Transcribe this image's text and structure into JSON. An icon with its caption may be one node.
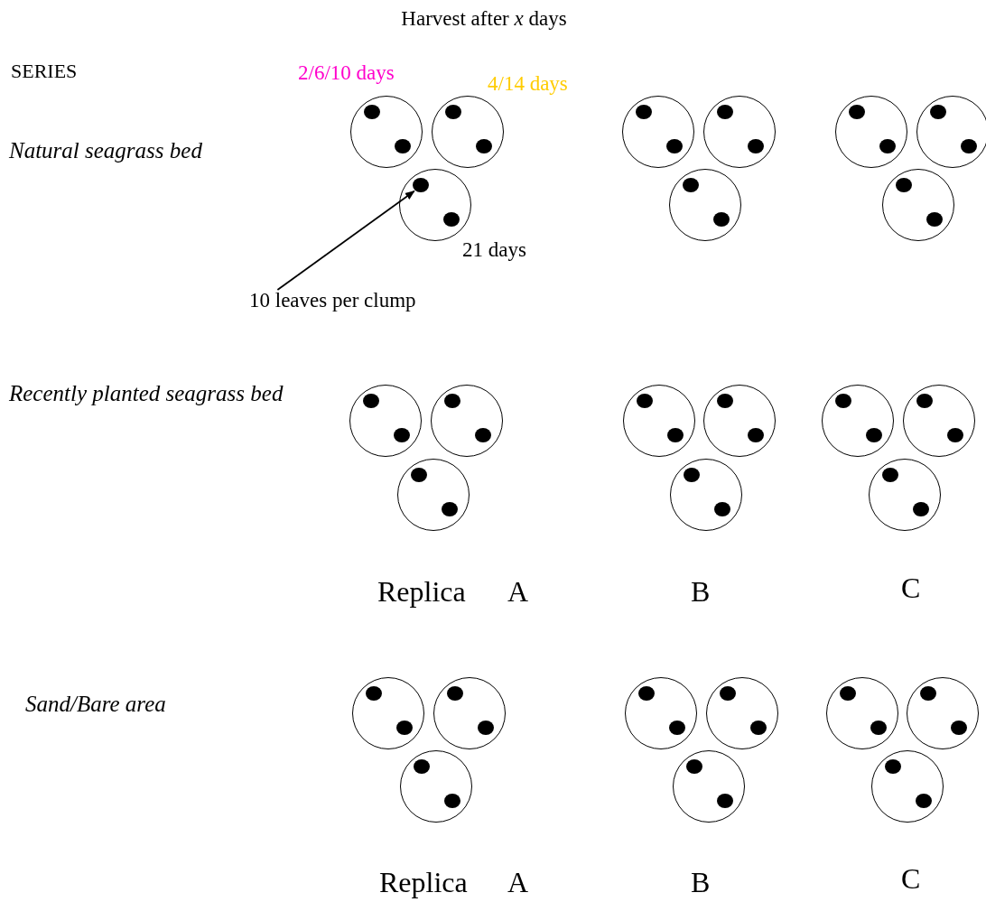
{
  "diagram": {
    "title": "Harvest after *x* days",
    "nodes": [
      {
        "text": [],
        "shape": "circle",
        "beside": [
          "2/6/10 days"
        ]
      },
      {
        "text": [],
        "shape": "circle",
        "beside": [
          "4/14 days"
        ]
      },
      {
        "text": [],
        "shape": "circle",
        "beside": [
          "21 days"
        ]
      },
      {
        "text": [],
        "shape": "circle"
      },
      {
        "text": [],
        "shape": "circle"
      },
      {
        "text": [],
        "shape": "circle"
      },
      {
        "text": [],
        "shape": "circle"
      },
      {
        "text": [],
        "shape": "circle"
      },
      {
        "text": [],
        "shape": "circle"
      },
      {
        "text": [],
        "shape": "circle"
      },
      {
        "text": [],
        "shape": "circle"
      },
      {
        "text": [],
        "shape": "circle"
      },
      {
        "text": [],
        "shape": "circle"
      },
      {
        "text": [],
        "shape": "circle"
      },
      {
        "text": [],
        "shape": "circle"
      },
      {
        "text": [],
        "shape": "circle"
      },
      {
        "text": [],
        "shape": "circle"
      },
      {
        "text": [],
        "shape": "circle"
      },
      {
        "text": [],
        "shape": "circle"
      },
      {
        "text": [],
        "shape": "circle"
      },
      {
        "text": [],
        "shape": "circle"
      },
      {
        "text": [],
        "shape": "circle"
      },
      {
        "text": [],
        "shape": "circle"
      },
      {
        "text": [],
        "shape": "circle"
      },
      {
        "text": [],
        "shape": "circle"
      },
      {
        "text": [],
        "shape": "circle"
      },
      {
        "text": [],
        "shape": "circle"
      },
      {
        "text": [],
        "shape": "circle",
        "in": 2
      },
      {
        "text": [],
        "shape": "circle",
        "in": 2
      },
      {
        "text": [
          "10 leaves per clump"
        ]
      }
    ],
    "edges": [
      {
        "from": 29,
        "to": 27,
        "arrow": "to"
      }
    ],
    "labels": [
      "SERIES",
      "Natural seagrass bed",
      "Recently planted seagrass bed",
      "Replica",
      "A",
      "B",
      "C",
      "Sand/Bare area",
      "Replica",
      "A",
      "B",
      "C"
    ]
  }
}
